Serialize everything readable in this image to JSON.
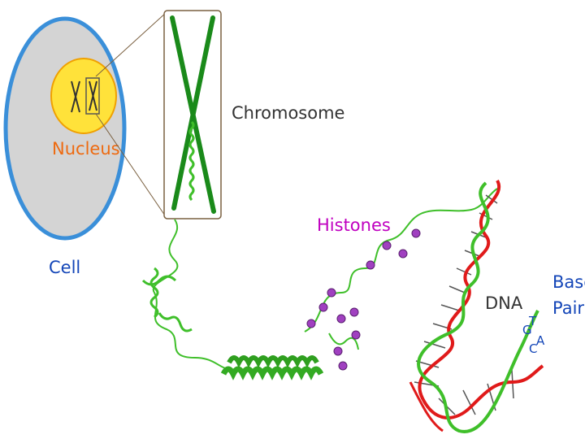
{
  "labels": {
    "cell": "Cell",
    "nucleus": "Nucleus",
    "chromosome": "Chromosome",
    "histones": "Histones",
    "dna": "DNA",
    "base_pairs_line1": "Base",
    "base_pairs_line2": "Pairs",
    "base_letter_1": "G",
    "base_letter_2": "T",
    "base_letter_3": "C",
    "base_letter_4": "A"
  },
  "colors": {
    "cell_fill": "#d4d4d4",
    "cell_border": "#3a8fd9",
    "nucleus_fill": "#ffe23a",
    "nucleus_border": "#f0a000",
    "chromosome": "#1a8a1a",
    "strand_green": "#3fbf2a",
    "strand_red": "#e01a1a",
    "histone": "#a040c0",
    "label_orange": "#ee6a10",
    "label_blue": "#1446b8",
    "label_magenta": "#c000c0",
    "label_dark": "#333333"
  }
}
